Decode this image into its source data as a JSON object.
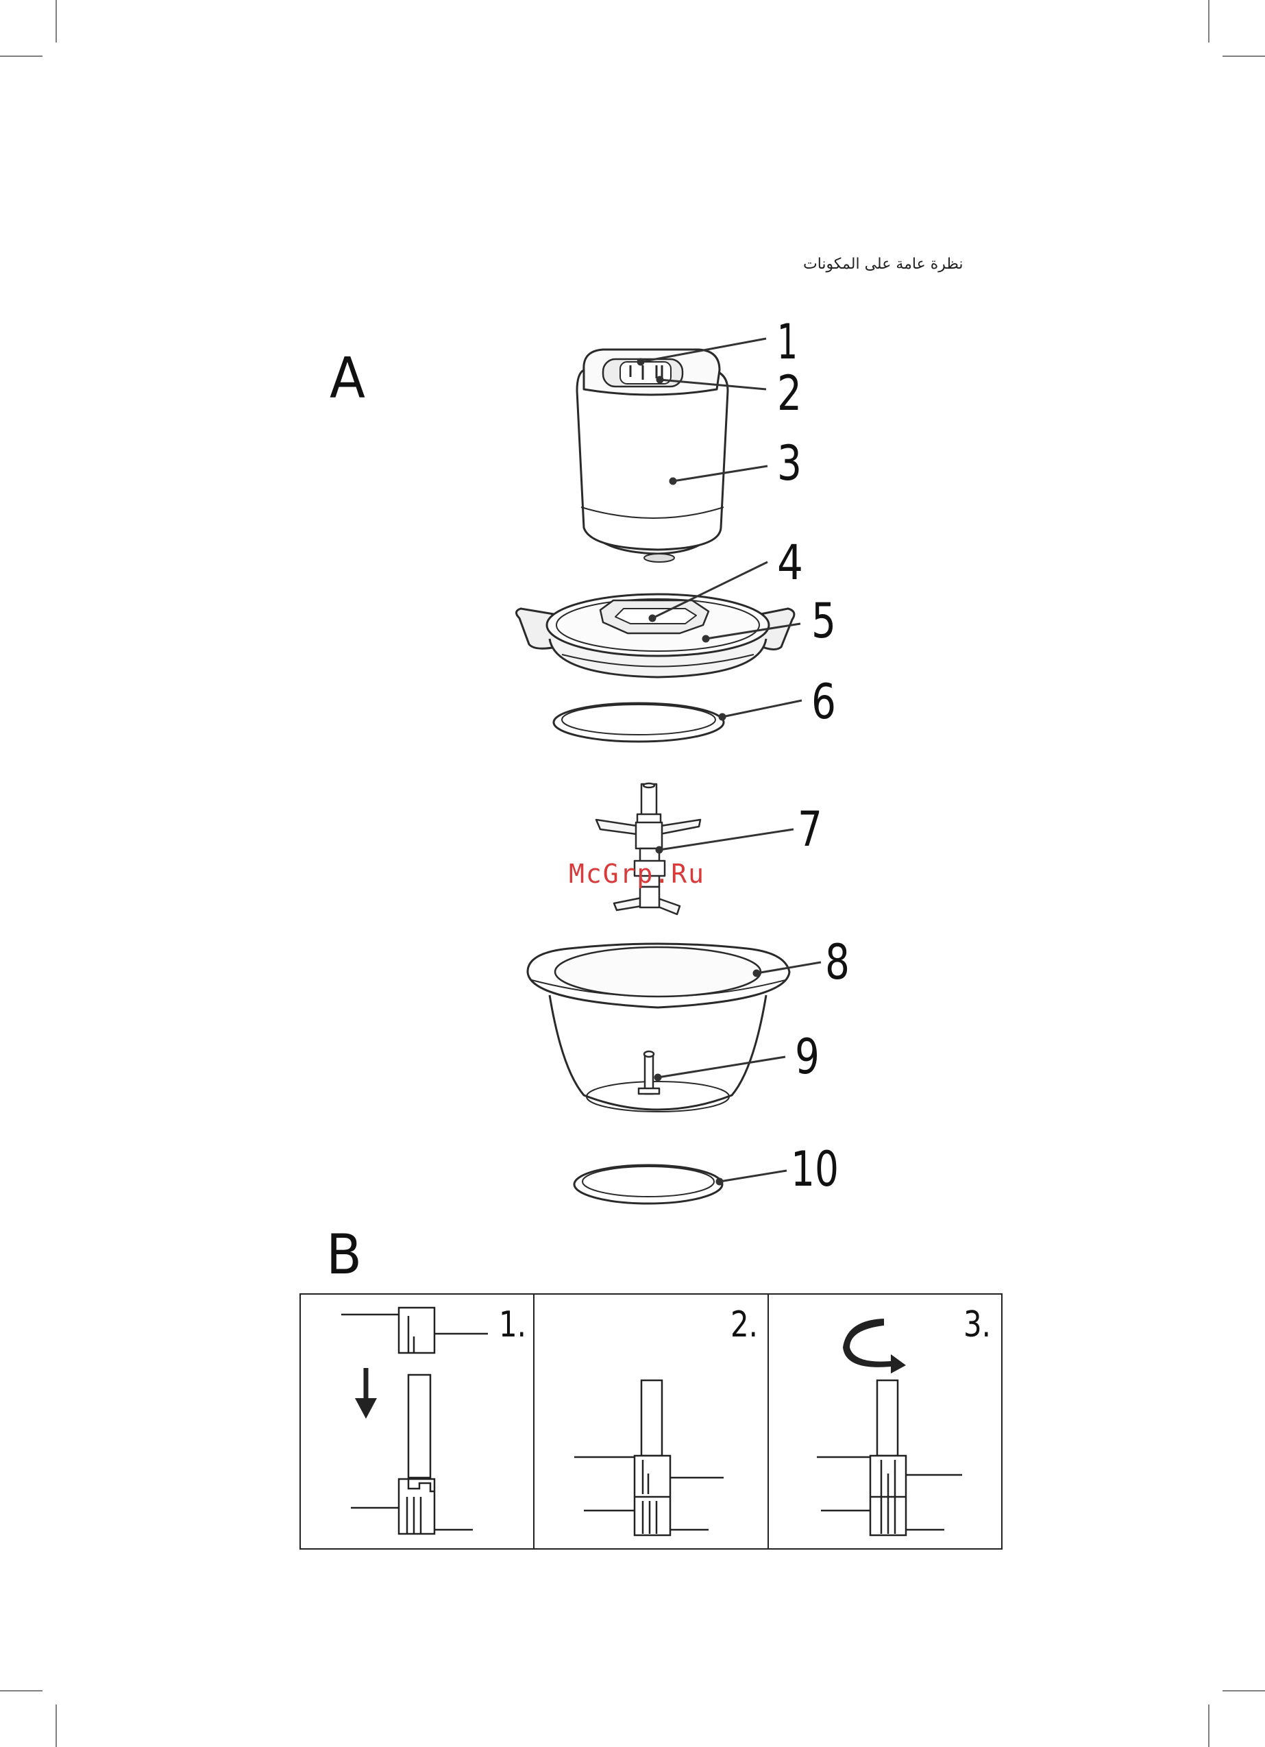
{
  "header": {
    "title_arabic": "نظرة عامة على المكونات"
  },
  "section_a": {
    "label": "A",
    "part_numbers": [
      "1",
      "2",
      "3",
      "4",
      "5",
      "6",
      "7",
      "8",
      "9",
      "10"
    ]
  },
  "section_b": {
    "label": "B",
    "steps": [
      "1.",
      "2.",
      "3."
    ]
  },
  "watermark": "McGrp.Ru"
}
